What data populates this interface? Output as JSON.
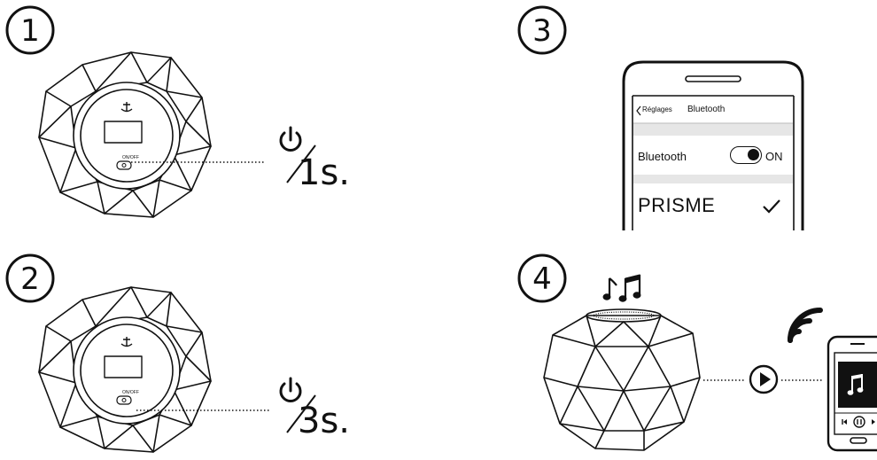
{
  "steps": [
    {
      "number": "1",
      "duration": "1s."
    },
    {
      "number": "2",
      "duration": "3s."
    },
    {
      "number": "3"
    },
    {
      "number": "4"
    }
  ],
  "speaker_buttons": {
    "on_off_label": "ON/OFF"
  },
  "phone_settings": {
    "back_label": "Réglages",
    "screen_title": "Bluetooth",
    "row_label": "Bluetooth",
    "toggle_state": "ON",
    "device_name": "PRISME"
  },
  "icons": [
    "power-icon",
    "music-notes-icon",
    "play-icon",
    "wifi-signal-icon",
    "music-note-icon",
    "checkmark-icon",
    "chevron-left-icon"
  ]
}
